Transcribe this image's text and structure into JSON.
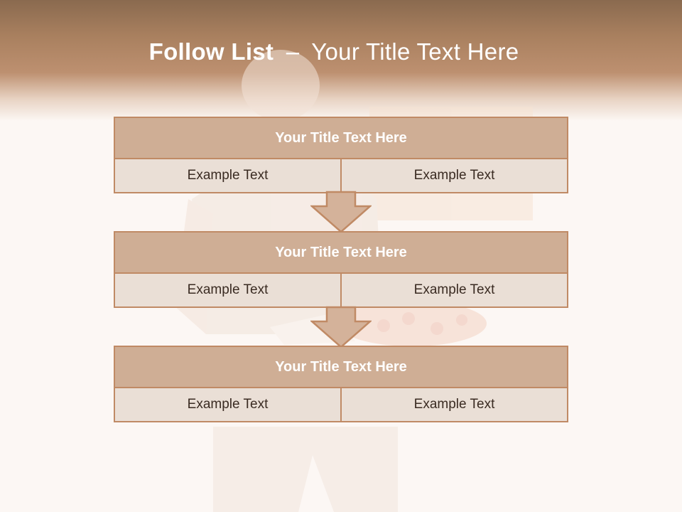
{
  "slide": {
    "title_bold": "Follow List",
    "title_dash": "–",
    "title_rest": "Your Title Text Here"
  },
  "blocks": [
    {
      "title": "Your Title Text Here",
      "left": "Example Text",
      "right": "Example Text"
    },
    {
      "title": "Your Title Text Here",
      "left": "Example Text",
      "right": "Example Text"
    },
    {
      "title": "Your Title Text Here",
      "left": "Example Text",
      "right": "Example Text"
    }
  ],
  "colors": {
    "header_brown": "#8a6a4f",
    "block_head": "#cfae95",
    "block_cell": "#eadfd6",
    "border": "#c08a65",
    "arrow_fill": "#d4b29a"
  }
}
